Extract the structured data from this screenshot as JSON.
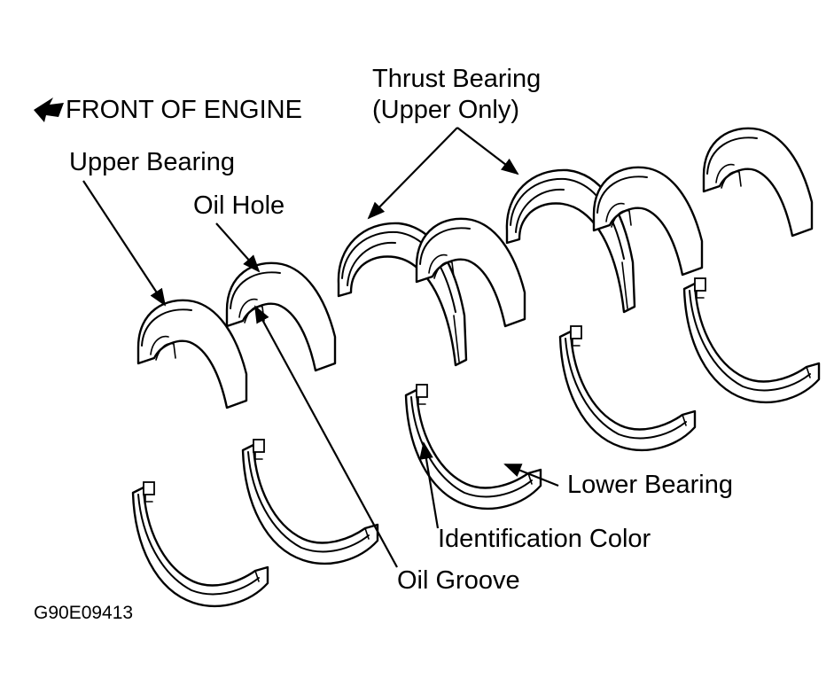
{
  "labels": {
    "front_of_engine": "FRONT OF ENGINE",
    "thrust_bearing_line1": "Thrust Bearing",
    "thrust_bearing_line2": "(Upper Only)",
    "upper_bearing": "Upper Bearing",
    "oil_hole": "Oil Hole",
    "lower_bearing": "Lower Bearing",
    "identification_color": "Identification Color",
    "oil_groove": "Oil Groove"
  },
  "figure_code": "G90E09413",
  "colors": {
    "line": "#000000",
    "background": "#ffffff"
  },
  "icons": {
    "direction_arrow": "front-arrow-icon"
  }
}
